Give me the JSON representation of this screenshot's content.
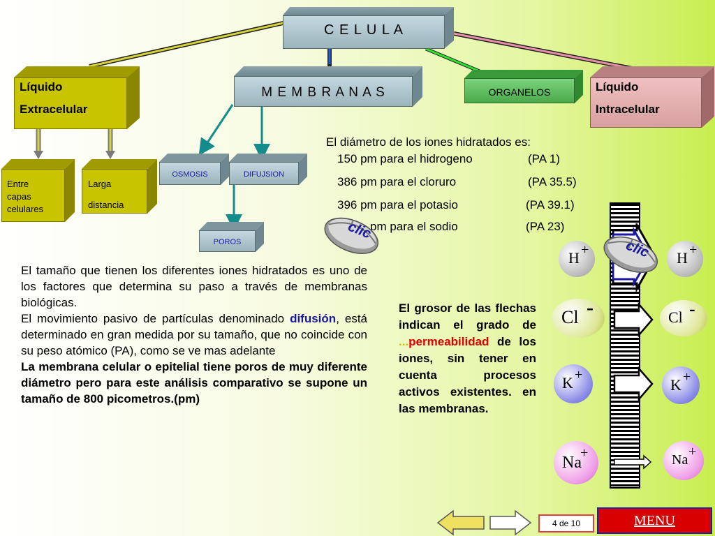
{
  "title": "C E L U L A",
  "membranas": "M E M B R A N A S",
  "organelos": "ORGANELOS",
  "liquido_extra": {
    "line1": "Líquido",
    "line2": "Extracelular"
  },
  "liquido_intra": {
    "line1": "Líquido",
    "line2": "Intracelular"
  },
  "entre_capas": {
    "line1": "Entre",
    "line2": "capas",
    "line3": "celulares"
  },
  "larga": {
    "line1": "Larga",
    "line2": "distancia"
  },
  "osmosis": "OSMOSIS",
  "difusion": "DIFUJSION",
  "poros": "POROS",
  "clic": "clic",
  "ion_header": "El diámetro de los iones hidratados es:",
  "ion_rows": [
    {
      "text": "150 pm para el hidrogeno",
      "pa": "(PA 1)"
    },
    {
      "text": "386 pm para el cloruro",
      "pa": "(PA 35.5)"
    },
    {
      "text": "396 pm para el  potasio",
      "pa": "(PA 39.1)"
    },
    {
      "text": "pm para el  sodio",
      "pa": "(PA 23)"
    }
  ],
  "paragraph": {
    "p1": "El tamaño que tienen los diferentes iones hidratados es uno de los factores que determina su paso a través de membranas biológicas.",
    "p2a": "El movimiento pasivo de partículas denominado ",
    "p2_word": "difusión",
    "p2b": ",  está determinado en gran medida por su tamaño, que no coincide con su peso atómico (PA), como se ve mas adelante",
    "p3": "La membrana celular o epitelial tiene poros de muy diferente diámetro pero para este análisis comparativo se supone un tamaño de 800 picometros.(pm)"
  },
  "grosor": {
    "a": "El grosor de las flechas indican el grado de ",
    "dots": "...",
    "word": "permeabilidad",
    "b": " de los iones, sin tener en cuenta procesos activos existentes. en las membranas."
  },
  "ions": [
    {
      "sym": "H",
      "charge": "+"
    },
    {
      "sym": "Cl",
      "charge": "-"
    },
    {
      "sym": "K",
      "charge": "+"
    },
    {
      "sym": "Na",
      "charge": "+"
    }
  ],
  "page_indicator": "4 de 10",
  "menu": "MENU",
  "colors": {
    "olive": "#c8c400",
    "gray_box": "#9cb4bc",
    "green_box": "#58b858",
    "pink_box": "#e0a8a8",
    "blue_text": "#1a1aa0",
    "red_text": "#e00000"
  }
}
